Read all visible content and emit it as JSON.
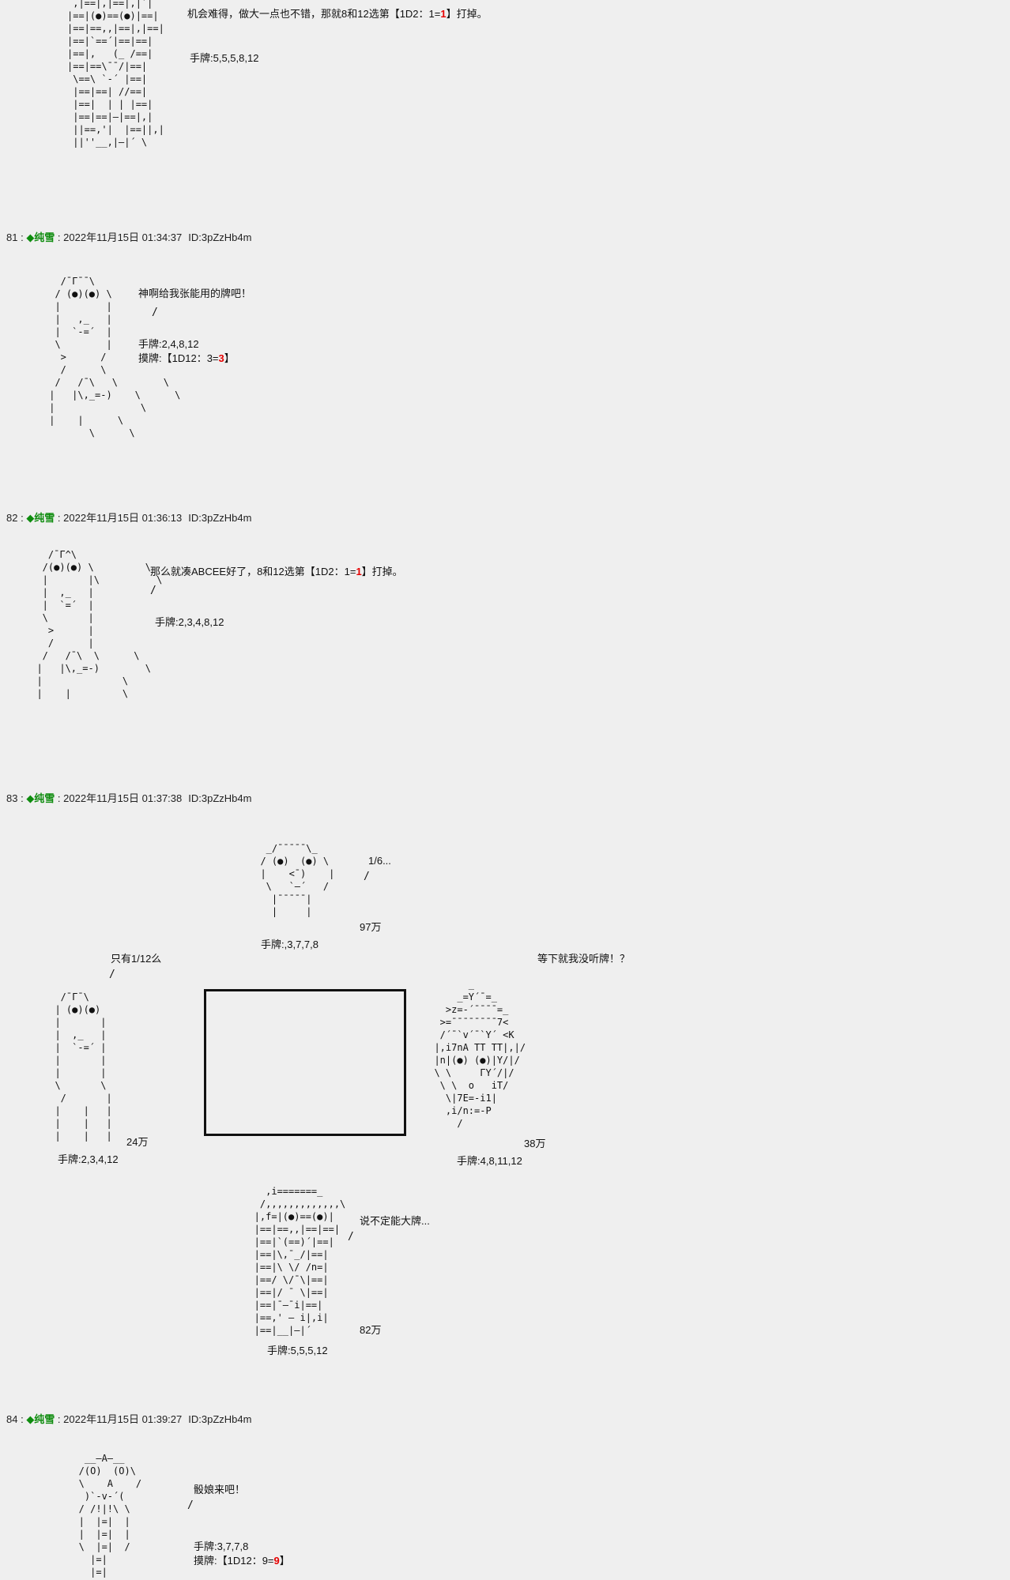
{
  "meta": {
    "sep": " : ",
    "colors": {
      "green": "#0e8c0e",
      "red": "#e60000",
      "bg": "#efefef",
      "ink": "#111111"
    }
  },
  "marks": {
    "slash": "/"
  },
  "cont": {
    "aa": " ,|==|,|==|,|´|\n|==|(●)==(●)|==|\n|==|==,,|==|,|==|\n|==|`==´|==|==|\n|==|,   (_ /==|\n|==|==\\¯¯/|==|\n \\==\\ `-´ |==|\n |==|==| //==|\n |==|  | | |==|\n |==|==|—|==|,|\n ||==,'|  |==||,|\n ||''__,|—|´ \\",
    "line_pre": "机会难得，做大一点也不错，那就8和12选第【1D2：1=",
    "line_red": "1",
    "line_suf": "】打掉。",
    "hand": "手牌:5,5,5,8,12"
  },
  "p81": {
    "num": "81",
    "name": "◆纯雪",
    "date": "2022年11月15日 01:34:37",
    "uid": "ID:3pZzHb4m",
    "aa": "   /¯Γ¯¯\\\n  / (●)(●) \\\n  |        |\n  |   ,_   |\n  |  `-=´  |\n  \\        |\n   >      /\n   /      \\\n  /   /¯\\   \\        \\\n |   |\\,_=-)    \\      \\\n |               \\\n |    |      \\\n        \\      \\",
    "dialogue": "神啊给我张能用的牌吧！",
    "hand": "手牌:2,4,8,12",
    "draw_pre": "摸牌:【1D12：3=",
    "draw_red": "3",
    "draw_suf": "】"
  },
  "p82": {
    "num": "82",
    "name": "◆纯雪",
    "date": "2022年11月15日 01:36:13",
    "uid": "ID:3pZzHb4m",
    "aa": "    /¯Γ^\\\n   /(●)(●) \\         \\\n   |       |\\          \\\n   |  ,_   |\n   |  `=´  |\n   \\       |\n    >      |\n    /      |\n   /   /¯\\  \\      \\\n  |   |\\,_=-)        \\\n  |              \\\n  |    |         \\",
    "dialogue_pre": "那么就凑ABCEE好了，8和12选第【1D2：1=",
    "dialogue_red": "1",
    "dialogue_suf": "】打掉。",
    "hand": "手牌:2,3,4,8,12"
  },
  "p83": {
    "num": "83",
    "name": "◆纯雪",
    "date": "2022年11月15日 01:37:38",
    "uid": "ID:3pZzHb4m",
    "north": {
      "aa": "   _/¯¯¯¯¯\\_\n  / (●)  (●) \\\n  |    <¯)    |\n   \\   `—´   /\n    |¯¯¯¯¯|\n    |     |",
      "speech": "1/6...",
      "score": "97万",
      "hand": "手牌:,3,7,7,8"
    },
    "west": {
      "aa": "   /¯Γ¯\\\n  | (●)(●)\n  |       |\n  |  ,_   |\n  |  `-=´ |\n  |       |\n  |       |\n  \\       \\\n   /       |\n  |    |   |\n  |    |   |\n  |    |   |",
      "speech": "只有1/12么",
      "score": "24万",
      "hand": "手牌:2,3,4,12"
    },
    "east": {
      "aa": "        _\n      _=Y´¯=_\n    >z=-´¯¯¯¯=_\n   >=¯¯¯¯¯¯¯¯7<\n   /´¯`v´¯`Y´ <K\n  |,i7nA TT TT|,|/\n  |n|(●) (●)|Y/|/\n  \\ \\     ΓY´/|/\n   \\ \\  o   iT/\n    \\|7E=-i1|\n    ,i/n:=-P\n      /",
      "speech": "等下就我没听牌！？",
      "score": "38万",
      "hand": "手牌:4,8,11,12"
    },
    "south": {
      "aa": "     ,i=======_\n    /,,,,,,,,,,,,,\\\n   |,f=|(●)==(●)|\n   |==|==,,|==|==|\n   |==|`(==)´|==|\n   |==|\\,¯_/|==|\n   |==|\\ \\/ /n=|\n   |==/ \\/¯\\|==|\n   |==|/ ¯ \\|==|\n   |==|¯—¯i|==|\n   |==,' — i|,i|\n   |==|__|—|´",
      "speech": "说不定能大牌...",
      "score": "82万",
      "hand": "手牌:5,5,5,12"
    }
  },
  "p84": {
    "num": "84",
    "name": "◆纯雪",
    "date": "2022年11月15日 01:39:27",
    "uid": "ID:3pZzHb4m",
    "aa": "    __—A—__\n   /(O)  (O)\\\n   \\    A    /\n    )`-v-´(\n   / /!|!\\ \\\n   |  |=|  |\n   |  |=|  |\n   \\  |=|  /\n     |=|\n     |=|",
    "dialogue": "骰娘来吧！",
    "hand": "手牌:3,7,7,8",
    "draw_pre": "摸牌:【1D12：9=",
    "draw_red": "9",
    "draw_suf": "】"
  }
}
